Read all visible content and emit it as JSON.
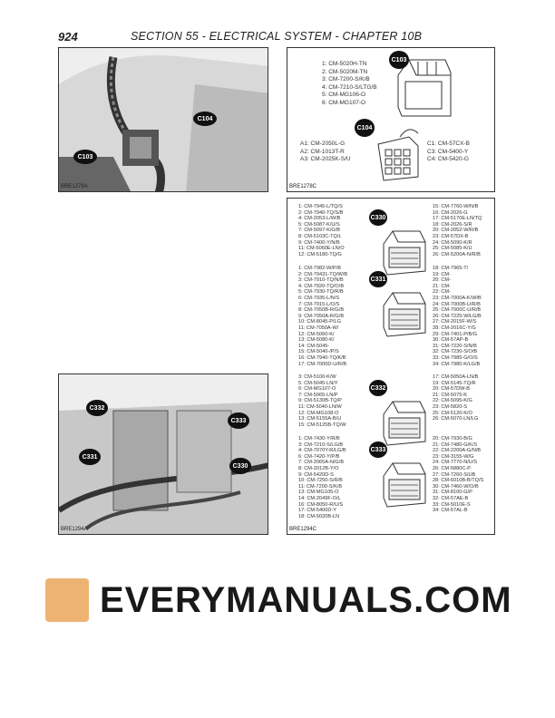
{
  "header": {
    "page_number": "924",
    "title": "SECTION 55 - ELECTRICAL SYSTEM - CHAPTER 10B"
  },
  "watermark": "EVERYMANUALS.COM",
  "fig1": {
    "caption": "BRE1278A",
    "callouts": [
      "C104",
      "C103"
    ]
  },
  "fig2": {
    "caption": "BRE1278C",
    "c103": {
      "label": "C103",
      "pins": [
        "1: CM-5020H-TN",
        "2: CM-5020M-TN",
        "3: CM-7200-S/K/B",
        "4: CM-7210-S/LTG/B",
        "5: CM-MG106-O",
        "6: CM-MG107-O"
      ]
    },
    "c104": {
      "label": "C104",
      "left": [
        "A1: CM-2050L-G",
        "A2: CM-1013T-R",
        "A3: CM-2025K-S/U"
      ],
      "right": [
        "C1: CM-57CX-B",
        "C3: CM-5400-Y",
        "C4: CM-5420-G"
      ]
    }
  },
  "fig3": {
    "caption": "BRE1294A",
    "callouts": [
      "C332",
      "C333",
      "C331",
      "C330"
    ]
  },
  "fig4": {
    "caption": "BRE1294C",
    "connectors": [
      {
        "label": "C330",
        "left": [
          "1: CM-7945-L/TQ/S",
          "2: CM-7940-TQ/S/B",
          "4: CM-2053-L/W/B",
          "5: CM-5087-K/U/S",
          "7: CM-5097-K/G/B",
          "8: CM-5103C-TQ/L",
          "9: CM-7400-Y/N/B",
          "11: CM-5060E-LN/O",
          "12: CM-5180-TQ/G"
        ],
        "right": [
          "15: CM-7760-W/N/B",
          "16: CM-2026-G",
          "17: CM-5170E-LN/TQ",
          "18: CM-2026-S/R",
          "20: CM-2052-W/R/B",
          "23: CM-57DX-B",
          "24: CM-5090-K/R",
          "25: CM-5085-K/U",
          "26: CM-5200A-N/R/B"
        ]
      },
      {
        "label": "C331",
        "left": [
          "1: CM-7982-W/P/B",
          "2: CM-79431-TQ/W/B",
          "3: CM-7910-TQ/N/B",
          "4: CM-7920-TQ/O/B",
          "5: CM-7930-TQ/R/B",
          "6: CM-7935-L/N/S",
          "7: CM-7915-L/O/S",
          "8: CM-7050B-R/G/B",
          "9: CM-7050A-R/G/B",
          "10: CM-8045-P/LG",
          "11: CM-7050A-W/",
          "12: CM-5060-K/",
          "13: CM-5080-K/",
          "14: CM-5045-",
          "15: CM-5040-/P/S",
          "16: CM-7940-TQ/K/B",
          "17: CM-7000D-U/R/B"
        ],
        "right": [
          "18: CM-7965-T/",
          "19: CM-",
          "20: CM-",
          "21: CM-",
          "22: CM-",
          "23: CM-7000A-K/W/B",
          "24: CM-7000B-U/R/B",
          "25: CM-7000C-U/R/B",
          "26: CM-7225-W/LG/B",
          "27: CM-2015F-W/S",
          "28: CM-2016C-Y/G",
          "29: CM-7401-P/B/G",
          "30: CM-57AP-B",
          "31: CM-7220-S/N/B",
          "32: CM-7230-S/O/B",
          "33: CM-7985-G/O/S",
          "34: CM-7980-K/LG/B"
        ]
      },
      {
        "label": "C332",
        "left": [
          "3: CM-5100-K/W",
          "5: CM-5045-LN/Y",
          "6: CM-MG107-O",
          "7: CM-5065-LN/P",
          "9: CM-5130B-TQ/P",
          "11: CM-5040-LN/W",
          "12: CM-MG108-O",
          "13: CM-5155A-B/U",
          "15: CM-5125B-TQ/W"
        ],
        "right": [
          "17: CM-5050A-LN/B",
          "19: CM-5145-TQ/R",
          "20: CM-57DW-B",
          "21: CM-5075-K",
          "22: CM-5095-K/G",
          "23: CM-5820-S",
          "25: CM-5120-K/O",
          "26: CM-5070-LN/LG"
        ]
      },
      {
        "label": "C333",
        "left": [
          "1: CM-7430-Y/R/B",
          "3: CM-7210-S/LG/B",
          "4: CM-7070Y-R/LG/B",
          "6: CM-7420-Y/P/B",
          "7: CM-2065A-N/G/B",
          "8: CM-2012B-Y/O",
          "9: CM-5420D-S",
          "10: CM-7250-S/R/B",
          "11: CM-7200-S/K/B",
          "13: CM-MG105-O",
          "14: CM-2049F-O/L",
          "16: CM-8050-R/U/S",
          "17: CM-5400D-Y",
          "18: CM-5020B-LN"
        ],
        "right": [
          "20: CM-7930-B/G",
          "21: CM-7480-G/K/S",
          "22: CM-2200A-G/N/B",
          "23: CM-3155-W/G",
          "24: CM-7770-N/U/S",
          "26: CM-5880C-P",
          "27: CM-7260-S/UB",
          "28: CM-6010B-B/TQ/S",
          "30: CM-7460-W/O/B",
          "31: CM-8100-G/P",
          "32: CM-57AE-B",
          "33: CM-5010E-S",
          "34: CM-57AL-B"
        ]
      }
    ]
  }
}
